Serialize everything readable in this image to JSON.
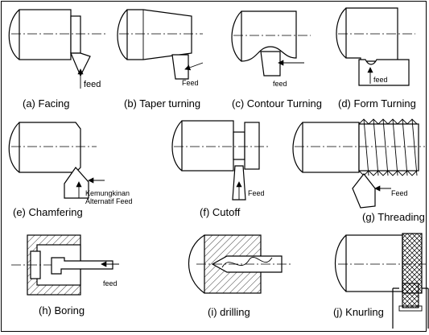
{
  "operations": [
    {
      "id": "a",
      "caption": "(a) Facing",
      "feed_label": "feed"
    },
    {
      "id": "b",
      "caption": "(b) Taper turning",
      "feed_label": "Feed"
    },
    {
      "id": "c",
      "caption": "(c) Contour Turning",
      "feed_label": "feed"
    },
    {
      "id": "d",
      "caption": "(d) Form Turning",
      "feed_label": "feed"
    },
    {
      "id": "e",
      "caption": "(e) Chamfering",
      "feed_label_1": "Kemungkinan",
      "feed_label_2": "Alternatif Feed"
    },
    {
      "id": "f",
      "caption": "(f) Cutoff",
      "feed_label": "Feed"
    },
    {
      "id": "g",
      "caption": "(g) Threading",
      "feed_label": "Feed"
    },
    {
      "id": "h",
      "caption": "(h) Boring",
      "feed_label": "feed"
    },
    {
      "id": "i",
      "caption": "(i) drilling"
    },
    {
      "id": "j",
      "caption": "(j) Knurling"
    }
  ]
}
